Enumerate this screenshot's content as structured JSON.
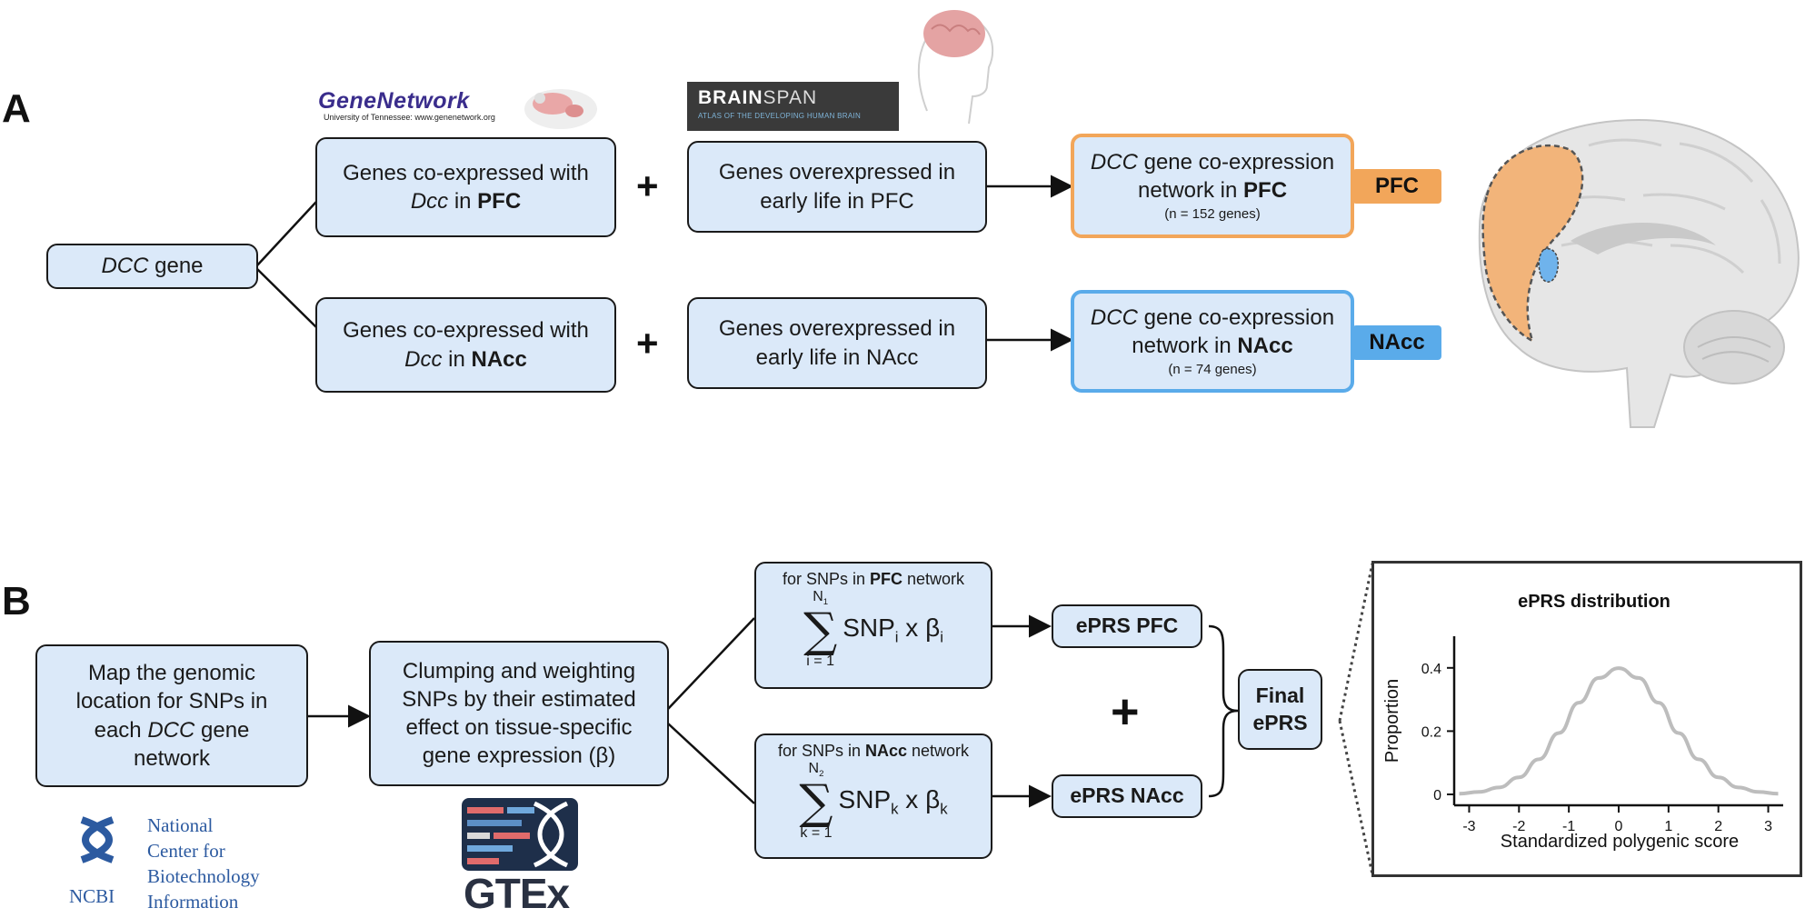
{
  "panel_a": {
    "letter": "A",
    "logos": {
      "genenetwork": {
        "title": "GeneNetwork",
        "subtitle": "University of Tennessee:  www.genenetwork.org"
      },
      "brainspan": {
        "brand_bold": "BRAIN",
        "brand_light": "SPAN",
        "subtitle": "ATLAS OF THE DEVELOPING HUMAN BRAIN"
      }
    },
    "dcc_gene": {
      "gene": "DCC",
      "suffix": " gene"
    },
    "coexp_pfc": {
      "line1": "Genes co-expressed with",
      "gene": "Dcc",
      "mid": " in ",
      "region": "PFC"
    },
    "coexp_nacc": {
      "line1": "Genes co-expressed with",
      "gene": "Dcc",
      "mid": " in ",
      "region": "NAcc"
    },
    "plus": "+",
    "overexp_pfc": {
      "line1": "Genes overexpressed in",
      "line2": "early life in PFC"
    },
    "overexp_nacc": {
      "line1": "Genes overexpressed in",
      "line2": "early life in NAcc"
    },
    "network_pfc": {
      "gene": "DCC",
      "line1_rest": " gene co-expression",
      "line2_pre": "network in ",
      "region": "PFC",
      "count": "(n = 152 genes)"
    },
    "network_nacc": {
      "gene": "DCC",
      "line1_rest": " gene co-expression",
      "line2_pre": "network in ",
      "region": "NAcc",
      "count": "(n = 74 genes)"
    },
    "tag_pfc": "PFC",
    "tag_nacc": "NAcc"
  },
  "panel_b": {
    "letter": "B",
    "map_box": {
      "line1": "Map the genomic",
      "line2": "location for SNPs in",
      "line3_pre": "each ",
      "line3_gene": "DCC",
      "line3_post": " gene",
      "line4": "network"
    },
    "clump_box": {
      "line1": "Clumping and weighting",
      "line2": "SNPs by their estimated",
      "line3": "effect on tissue-specific",
      "line4": "gene expression (β)"
    },
    "sum_pfc": {
      "label_pre": "for SNPs in ",
      "label_region": "PFC",
      "label_post": " network",
      "upper": "N",
      "upper_sub": "1",
      "lower": "i = 1",
      "snp": "SNP",
      "snp_sub": "i",
      "times": " x ",
      "beta": "β",
      "beta_sub": "i"
    },
    "sum_nacc": {
      "label_pre": "for SNPs in ",
      "label_region": "NAcc",
      "label_post": " network",
      "upper": "N",
      "upper_sub": "2",
      "lower": "k = 1",
      "snp": "SNP",
      "snp_sub": "k",
      "times": " x ",
      "beta": "β",
      "beta_sub": "k"
    },
    "eprs_pfc": "ePRS PFC",
    "eprs_nacc": "ePRS NAcc",
    "plus": "+",
    "final": {
      "line1": "Final",
      "line2": "ePRS"
    },
    "logos": {
      "ncbi": {
        "abbr": "NCBI",
        "line1": "National",
        "line2": "Center for",
        "line3": "Biotechnology",
        "line4": "Information"
      },
      "gtex": "GTEx"
    }
  },
  "chart_data": {
    "type": "line",
    "title": "ePRS distribution",
    "xlabel": "Standardized polygenic score",
    "ylabel": "Proportion",
    "xlim": [
      -3.3,
      3.3
    ],
    "ylim": [
      0,
      0.5
    ],
    "xticks": [
      "-3",
      "-2",
      "-1",
      "0",
      "1",
      "2",
      "3"
    ],
    "yticks": [
      "0",
      "0.2",
      "0.4"
    ],
    "grid": false,
    "series": [
      {
        "x": [
          -3.2,
          -2.8,
          -2.4,
          -2.0,
          -1.6,
          -1.2,
          -0.8,
          -0.4,
          0.0,
          0.4,
          0.8,
          1.2,
          1.6,
          2.0,
          2.4,
          2.8,
          3.2
        ],
        "y": [
          0.002,
          0.008,
          0.022,
          0.054,
          0.111,
          0.194,
          0.29,
          0.368,
          0.399,
          0.368,
          0.29,
          0.194,
          0.111,
          0.054,
          0.022,
          0.008,
          0.002
        ]
      }
    ],
    "line_color": "#bdbdbd"
  }
}
